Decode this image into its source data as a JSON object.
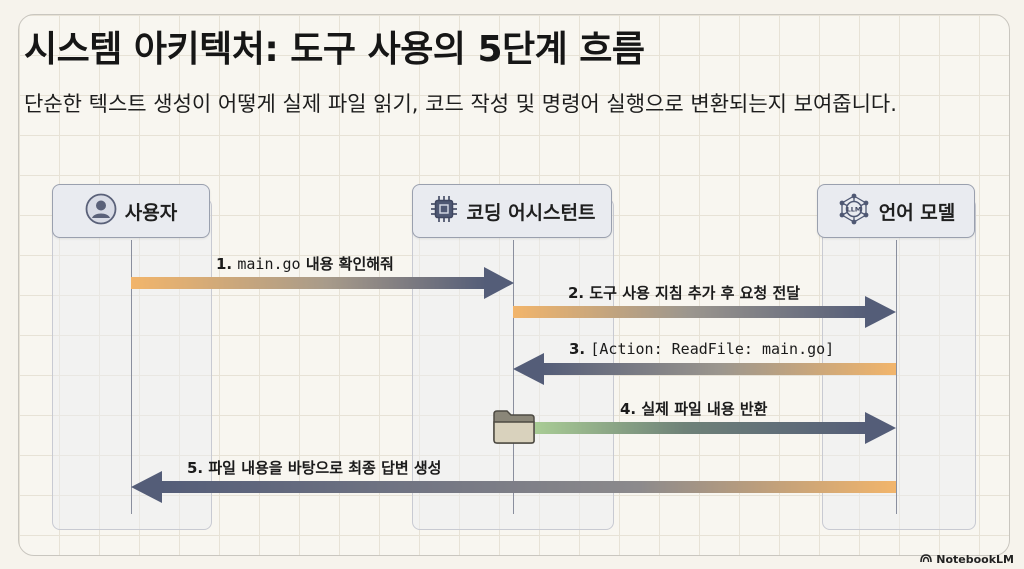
{
  "header": {
    "title": "시스템 아키텍처: 도구 사용의 5단계 흐름",
    "subtitle": "단순한 텍스트 생성이 어떻게 실제 파일 읽기, 코드 작성 및 명령어 실행으로 변환되는지 보여줍니다."
  },
  "actors": {
    "user": "사용자",
    "assistant": "코딩 어시스턴트",
    "model": "언어 모델"
  },
  "icons": {
    "user": "user-avatar-icon",
    "assistant": "cpu-chip-icon",
    "model": "llm-network-icon",
    "folder": "folder-icon"
  },
  "model_icon_text": "LLM",
  "messages": {
    "m1": {
      "num": "1.",
      "text": "main.go",
      "text2": "내용 확인해줘"
    },
    "m2": {
      "num": "2.",
      "text": "도구 사용 지침 추가 후 요청 전달"
    },
    "m3": {
      "num": "3.",
      "text": "[Action: ReadFile: main.go]"
    },
    "m4": {
      "num": "4.",
      "text": "실제 파일 내용 반환"
    },
    "m5": {
      "num": "5.",
      "text": "파일 내용을 바탕으로 최종 답변 생성"
    }
  },
  "colors": {
    "accent_orange": "#f2b56b",
    "arrow_slate": "#545d78",
    "folder_green": "#9fc08c",
    "lane_border": "#9aa0ae"
  },
  "branding": "NotebookLM"
}
